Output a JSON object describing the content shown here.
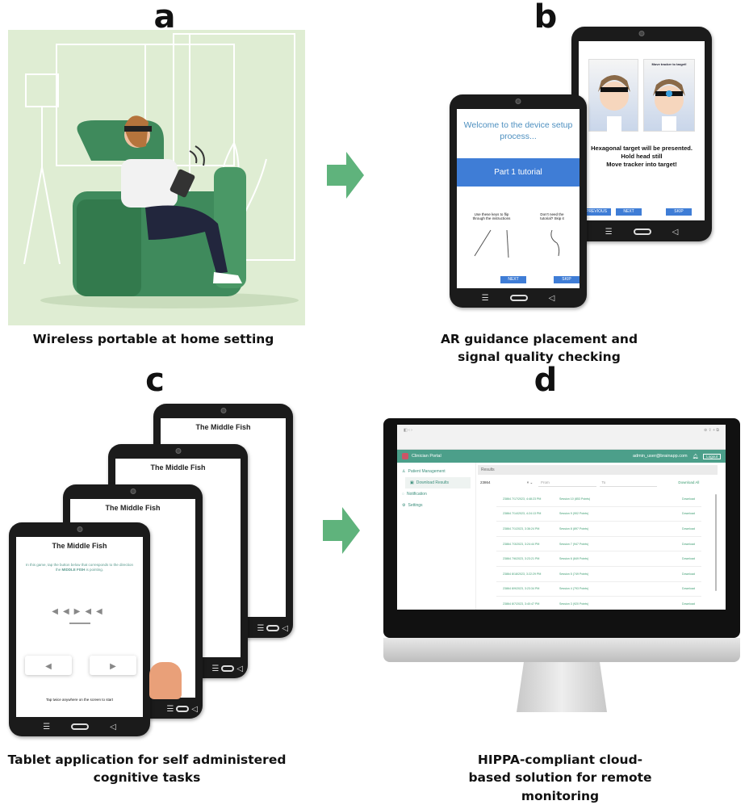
{
  "panels": {
    "a": {
      "label": "a",
      "caption": "Wireless portable at home setting"
    },
    "b": {
      "label": "b",
      "caption": "AR guidance placement and signal quality checking"
    },
    "c": {
      "label": "c",
      "caption_line1": "Tablet application for self administered",
      "caption_line2": "cognitive tasks"
    },
    "d": {
      "label": "d",
      "caption_line1": "HIPPA-compliant cloud-based solution for remote",
      "caption_line2": "monitoring"
    }
  },
  "colors": {
    "arrow": "#5fb37c",
    "panel_a_bg": "#dfedd3",
    "chair": "#3f8a5c",
    "teal": "#4c9f8a",
    "blue_btn": "#3f7dd6"
  },
  "setup_tablet": {
    "welcome": "Welcome to the device setup process...",
    "part": "Part 1 tutorial",
    "hint_left": "Use these keys to flip through the instructions",
    "hint_right": "Don't need the tutorial? Skip it",
    "next": "NEXT",
    "skip": "SKIP"
  },
  "ar_tablet": {
    "target_label": "Move tracker to target!",
    "line1": "Hexagonal target will be presented.",
    "line2": "Hold head still",
    "line3": "Move tracker into target!",
    "previous": "PREVIOUS",
    "next": "NEXT",
    "skip": "SKIP"
  },
  "fish_game": {
    "title": "The Middle Fish",
    "instruction_pre": "In this game, tap the button below that corresponds to the direction the ",
    "instruction_bold": "MIDDLE FISH",
    "instruction_post": " is pointing.",
    "start": "Tap twice anywhere on the screen to start"
  },
  "portal": {
    "title": "Clinician Portal",
    "user": "admin_user@brainapp.com",
    "logout": "Logout",
    "sidebar": [
      "Patient Management",
      "Download Results",
      "Notification",
      "Settings"
    ],
    "results_header": "Results",
    "patient_id": "23864",
    "from_placeholder": "From",
    "to_placeholder": "To",
    "download_all": "Download All",
    "rows": [
      {
        "date": "23864 7/17/2023, 4:48:23 PM",
        "session": "Session 10 (853 Points)",
        "action": "Download"
      },
      {
        "date": "23864 7/14/2023, 4:24:13 PM",
        "session": "Session 9 (902 Points)",
        "action": "Download"
      },
      {
        "date": "23864 7/1/2023, 3:36:24 PM",
        "session": "Session 8 (897 Points)",
        "action": "Download"
      },
      {
        "date": "23864 7/3/2023, 3:24:44 PM",
        "session": "Session 7 (947 Points)",
        "action": "Download"
      },
      {
        "date": "23864 7/6/2023, 3:23:21 PM",
        "session": "Session 6 (849 Points)",
        "action": "Download"
      },
      {
        "date": "23864 8/18/2023, 3:22:29 PM",
        "session": "Session 5 (749 Points)",
        "action": "Download"
      },
      {
        "date": "23864 8/9/2023, 3:23:34 PM",
        "session": "Session 4 (793 Points)",
        "action": "Download"
      },
      {
        "date": "23864 8/7/2023, 3:40:47 PM",
        "session": "Session 3 (920 Points)",
        "action": "Download"
      }
    ]
  }
}
